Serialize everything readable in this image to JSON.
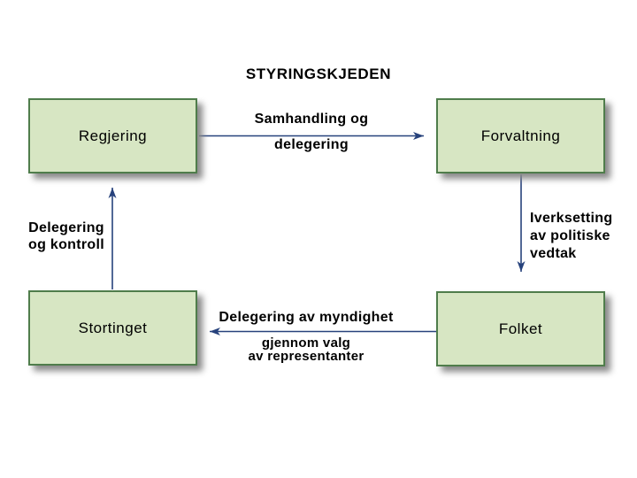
{
  "title": "STYRINGSKJEDEN",
  "colors": {
    "node_fill": "#d7e6c3",
    "node_border": "#4f7d4b",
    "arrow": "#27427c",
    "text": "#000000",
    "shadow": "#8a8a8a"
  },
  "nodes": [
    {
      "id": "regjering",
      "label": "Regjering"
    },
    {
      "id": "forvaltning",
      "label": "Forvaltning"
    },
    {
      "id": "stortinget",
      "label": "Stortinget"
    },
    {
      "id": "folket",
      "label": "Folket"
    }
  ],
  "edges": [
    {
      "from": "Regjering",
      "to": "Forvaltning",
      "direction": "right",
      "label_lines": [
        "Samhandling og",
        "delegering"
      ]
    },
    {
      "from": "Forvaltning",
      "to": "Folket",
      "direction": "down",
      "label_lines": [
        "Iverksetting",
        "av politiske",
        "vedtak"
      ]
    },
    {
      "from": "Folket",
      "to": "Stortinget",
      "direction": "left",
      "label_lines": [
        "Delegering av myndighet",
        "gjennom valg",
        "av representanter"
      ]
    },
    {
      "from": "Stortinget",
      "to": "Regjering",
      "direction": "up",
      "label_lines": [
        "Delegering",
        "og kontroll"
      ]
    }
  ]
}
